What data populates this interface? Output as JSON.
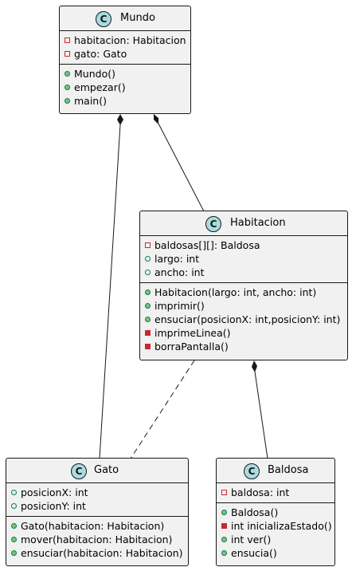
{
  "classes": {
    "mundo": {
      "badge": "C",
      "name": "Mundo",
      "fields": [
        {
          "vis": "private",
          "text": "habitacion: Habitacion"
        },
        {
          "vis": "private",
          "text": "gato: Gato"
        }
      ],
      "methods": [
        {
          "vis": "public",
          "text": "Mundo()"
        },
        {
          "vis": "public",
          "text": "empezar()"
        },
        {
          "vis": "public",
          "text": "main()"
        }
      ]
    },
    "habitacion": {
      "badge": "C",
      "name": "Habitacion",
      "fields": [
        {
          "vis": "private",
          "text": "baldosas[][]: Baldosa"
        },
        {
          "vis": "public",
          "text": "largo: int"
        },
        {
          "vis": "public",
          "text": "ancho: int"
        }
      ],
      "methods": [
        {
          "vis": "public",
          "text": "Habitacion(largo: int, ancho: int)"
        },
        {
          "vis": "public",
          "text": "imprimir()"
        },
        {
          "vis": "public",
          "text": "ensuciar(posicionX: int,posicionY: int)"
        },
        {
          "vis": "private",
          "text": "imprimeLinea()"
        },
        {
          "vis": "private",
          "text": "borraPantalla()"
        }
      ]
    },
    "gato": {
      "badge": "C",
      "name": "Gato",
      "fields": [
        {
          "vis": "public",
          "text": "posicionX: int"
        },
        {
          "vis": "public",
          "text": "posicionY: int"
        }
      ],
      "methods": [
        {
          "vis": "public",
          "text": "Gato(habitacion: Habitacion)"
        },
        {
          "vis": "public",
          "text": "mover(habitacion: Habitacion)"
        },
        {
          "vis": "public",
          "text": "ensuciar(habitacion: Habitacion)"
        }
      ]
    },
    "baldosa": {
      "badge": "C",
      "name": "Baldosa",
      "fields": [
        {
          "vis": "private",
          "text": "baldosa: int"
        }
      ],
      "methods": [
        {
          "vis": "public",
          "text": "Baldosa()"
        },
        {
          "vis": "private",
          "text": "int inicializaEstado()"
        },
        {
          "vis": "public",
          "text": "int ver()"
        },
        {
          "vis": "public",
          "text": "ensucia()"
        }
      ]
    }
  },
  "relations": [
    {
      "from": "mundo",
      "to": "gato",
      "kind": "composition"
    },
    {
      "from": "mundo",
      "to": "habitacion",
      "kind": "composition"
    },
    {
      "from": "habitacion",
      "to": "gato",
      "kind": "dependency"
    },
    {
      "from": "habitacion",
      "to": "baldosa",
      "kind": "composition"
    }
  ],
  "colors": {
    "box_fill": "#f1f1f1",
    "line": "#181818",
    "badge_fill": "#a9dcdf",
    "private_red": "#c82930",
    "public_green": "#038048",
    "public_method_fill": "#84be84"
  }
}
